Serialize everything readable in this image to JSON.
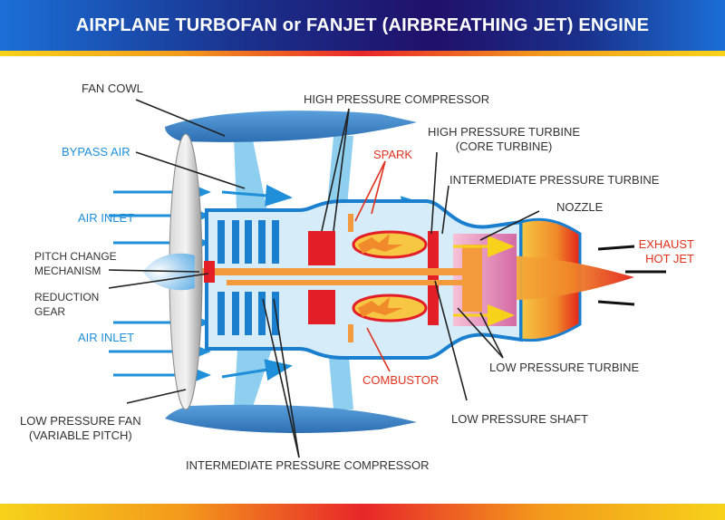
{
  "title": "AIRPLANE TURBOFAN or FANJET (AIRBREATHING JET) ENGINE",
  "labels": {
    "fan_cowl": "FAN COWL",
    "bypass_air": "BYPASS AIR",
    "air_inlet_top": "AIR INLET",
    "pitch_change_1": "PITCH CHANGE",
    "pitch_change_2": "MECHANISM",
    "reduction_1": "REDUCTION",
    "reduction_2": "GEAR",
    "air_inlet_bottom": "AIR INLET",
    "lp_fan_1": "LOW PRESSURE FAN",
    "lp_fan_2": "(VARIABLE PITCH)",
    "hp_compressor": "HIGH PRESSURE COMPRESSOR",
    "hp_turbine_1": "HIGH PRESSURE TURBINE",
    "hp_turbine_2": "(CORE TURBINE)",
    "spark": "SPARK",
    "ip_turbine": "INTERMEDIATE PRESSURE TURBINE",
    "nozzle": "NOZZLE",
    "exhaust_1": "EXHAUST",
    "exhaust_2": "HOT JET",
    "combustor": "COMBUSTOR",
    "lp_turbine": "LOW PRESSURE TURBINE",
    "lp_shaft": "LOW PRESSURE SHAFT",
    "ip_compressor": "INTERMEDIATE PRESSURE COMPRESSOR"
  },
  "colors": {
    "label_text": "#333333",
    "air_blue": "#1e8fd8",
    "hot_red": "#e0331f",
    "cowl_blue": "#3f87c9",
    "core_fill": "#d6ecf8",
    "compressor_blue": "#1a7fcf",
    "hp_red": "#e41e26",
    "shaft_orange": "#f39a3c"
  }
}
